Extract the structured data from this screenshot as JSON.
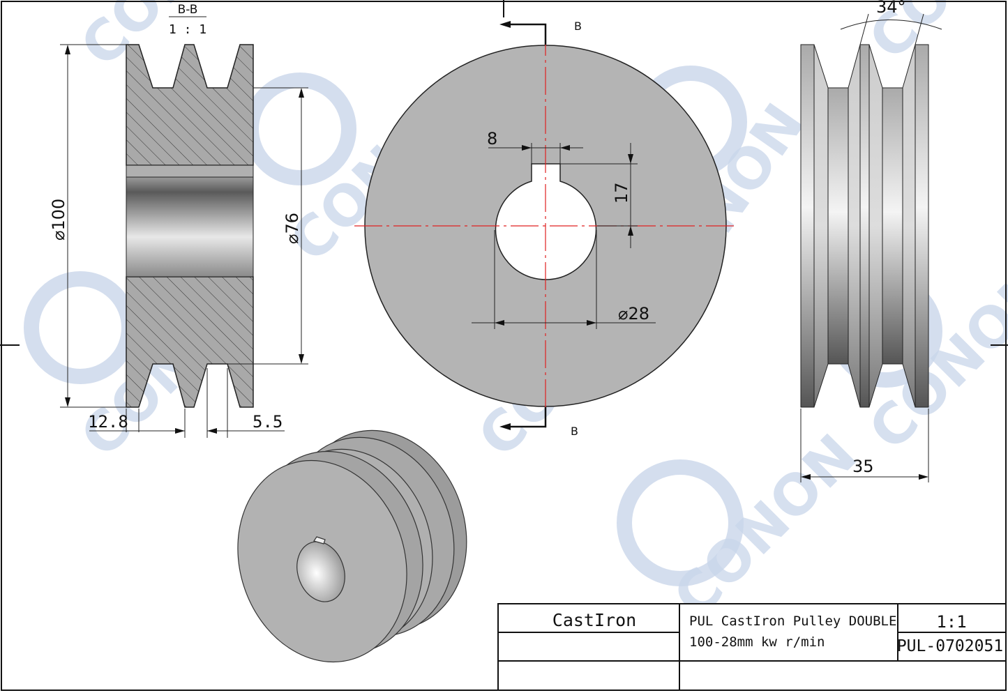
{
  "watermark": {
    "text": "CONON",
    "color": "#c9d6ea"
  },
  "section_view": {
    "title": "B-B",
    "scale": "1 : 1",
    "outer_diameter": "⌀100",
    "groove_diameter": "⌀76",
    "dim_left": "12.8",
    "dim_right": "5.5"
  },
  "front_view": {
    "section_mark_top": "B",
    "section_mark_bottom": "B",
    "keyway_width": "8",
    "keyway_height": "17",
    "bore_diameter": "⌀28"
  },
  "side_view": {
    "groove_angle": "34°",
    "width": "35"
  },
  "title_block": {
    "material": "CastIron",
    "description_line1": "PUL CastIron Pulley DOUBLE",
    "description_line2": "100-28mm kw r/min",
    "scale": "1:1",
    "part_number": "PUL-0702051"
  },
  "colors": {
    "part_fill": "#b4b4b4",
    "center_line": "#e02020",
    "line": "#111111"
  }
}
